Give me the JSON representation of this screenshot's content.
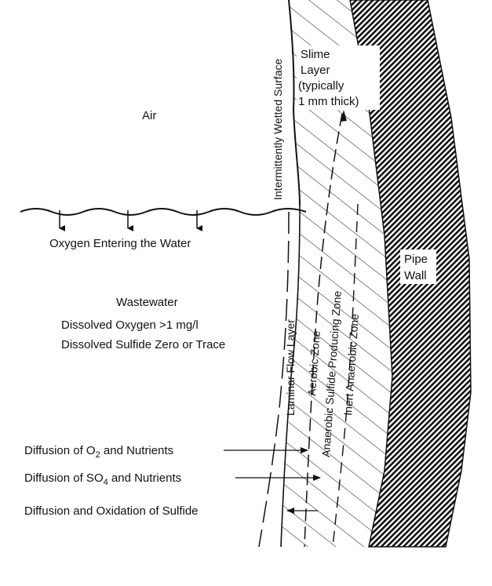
{
  "labels": {
    "air": "Air",
    "oxygen_entering": "Oxygen Entering the Water",
    "wastewater": "Wastewater",
    "dissolved_oxygen": "Dissolved Oxygen >1 mg/l",
    "dissolved_sulfide": "Dissolved Sulfide Zero or Trace",
    "slime_layer_line1": "Slime",
    "slime_layer_line2": "Layer",
    "slime_layer_line3": "(typically",
    "slime_layer_line4": "1 mm thick)",
    "pipe_wall_line1": "Pipe",
    "pipe_wall_line2": "Wall",
    "intermittently_wetted_surface": "Intermittently Wetted Surface",
    "laminar_flow_layer": "Laminar Flow Layer",
    "aerobic_zone": "Aerobic Zone",
    "anaerobic_sulfide_zone": "Anaerobic Sulfide Producing Zone",
    "inert_anaerobic_zone": "Inert Anaerobic Zone",
    "diffusion_o2_pre": "Diffusion of O",
    "diffusion_o2_sub": "2",
    "diffusion_o2_post": " and Nutrients",
    "diffusion_so4_pre": "Diffusion of SO",
    "diffusion_so4_sub": "4",
    "diffusion_so4_post": " and Nutrients",
    "diffusion_sulfide": "Diffusion and Oxidation of Sulfide"
  },
  "colors": {
    "ink": "#111111",
    "background": "#ffffff"
  }
}
